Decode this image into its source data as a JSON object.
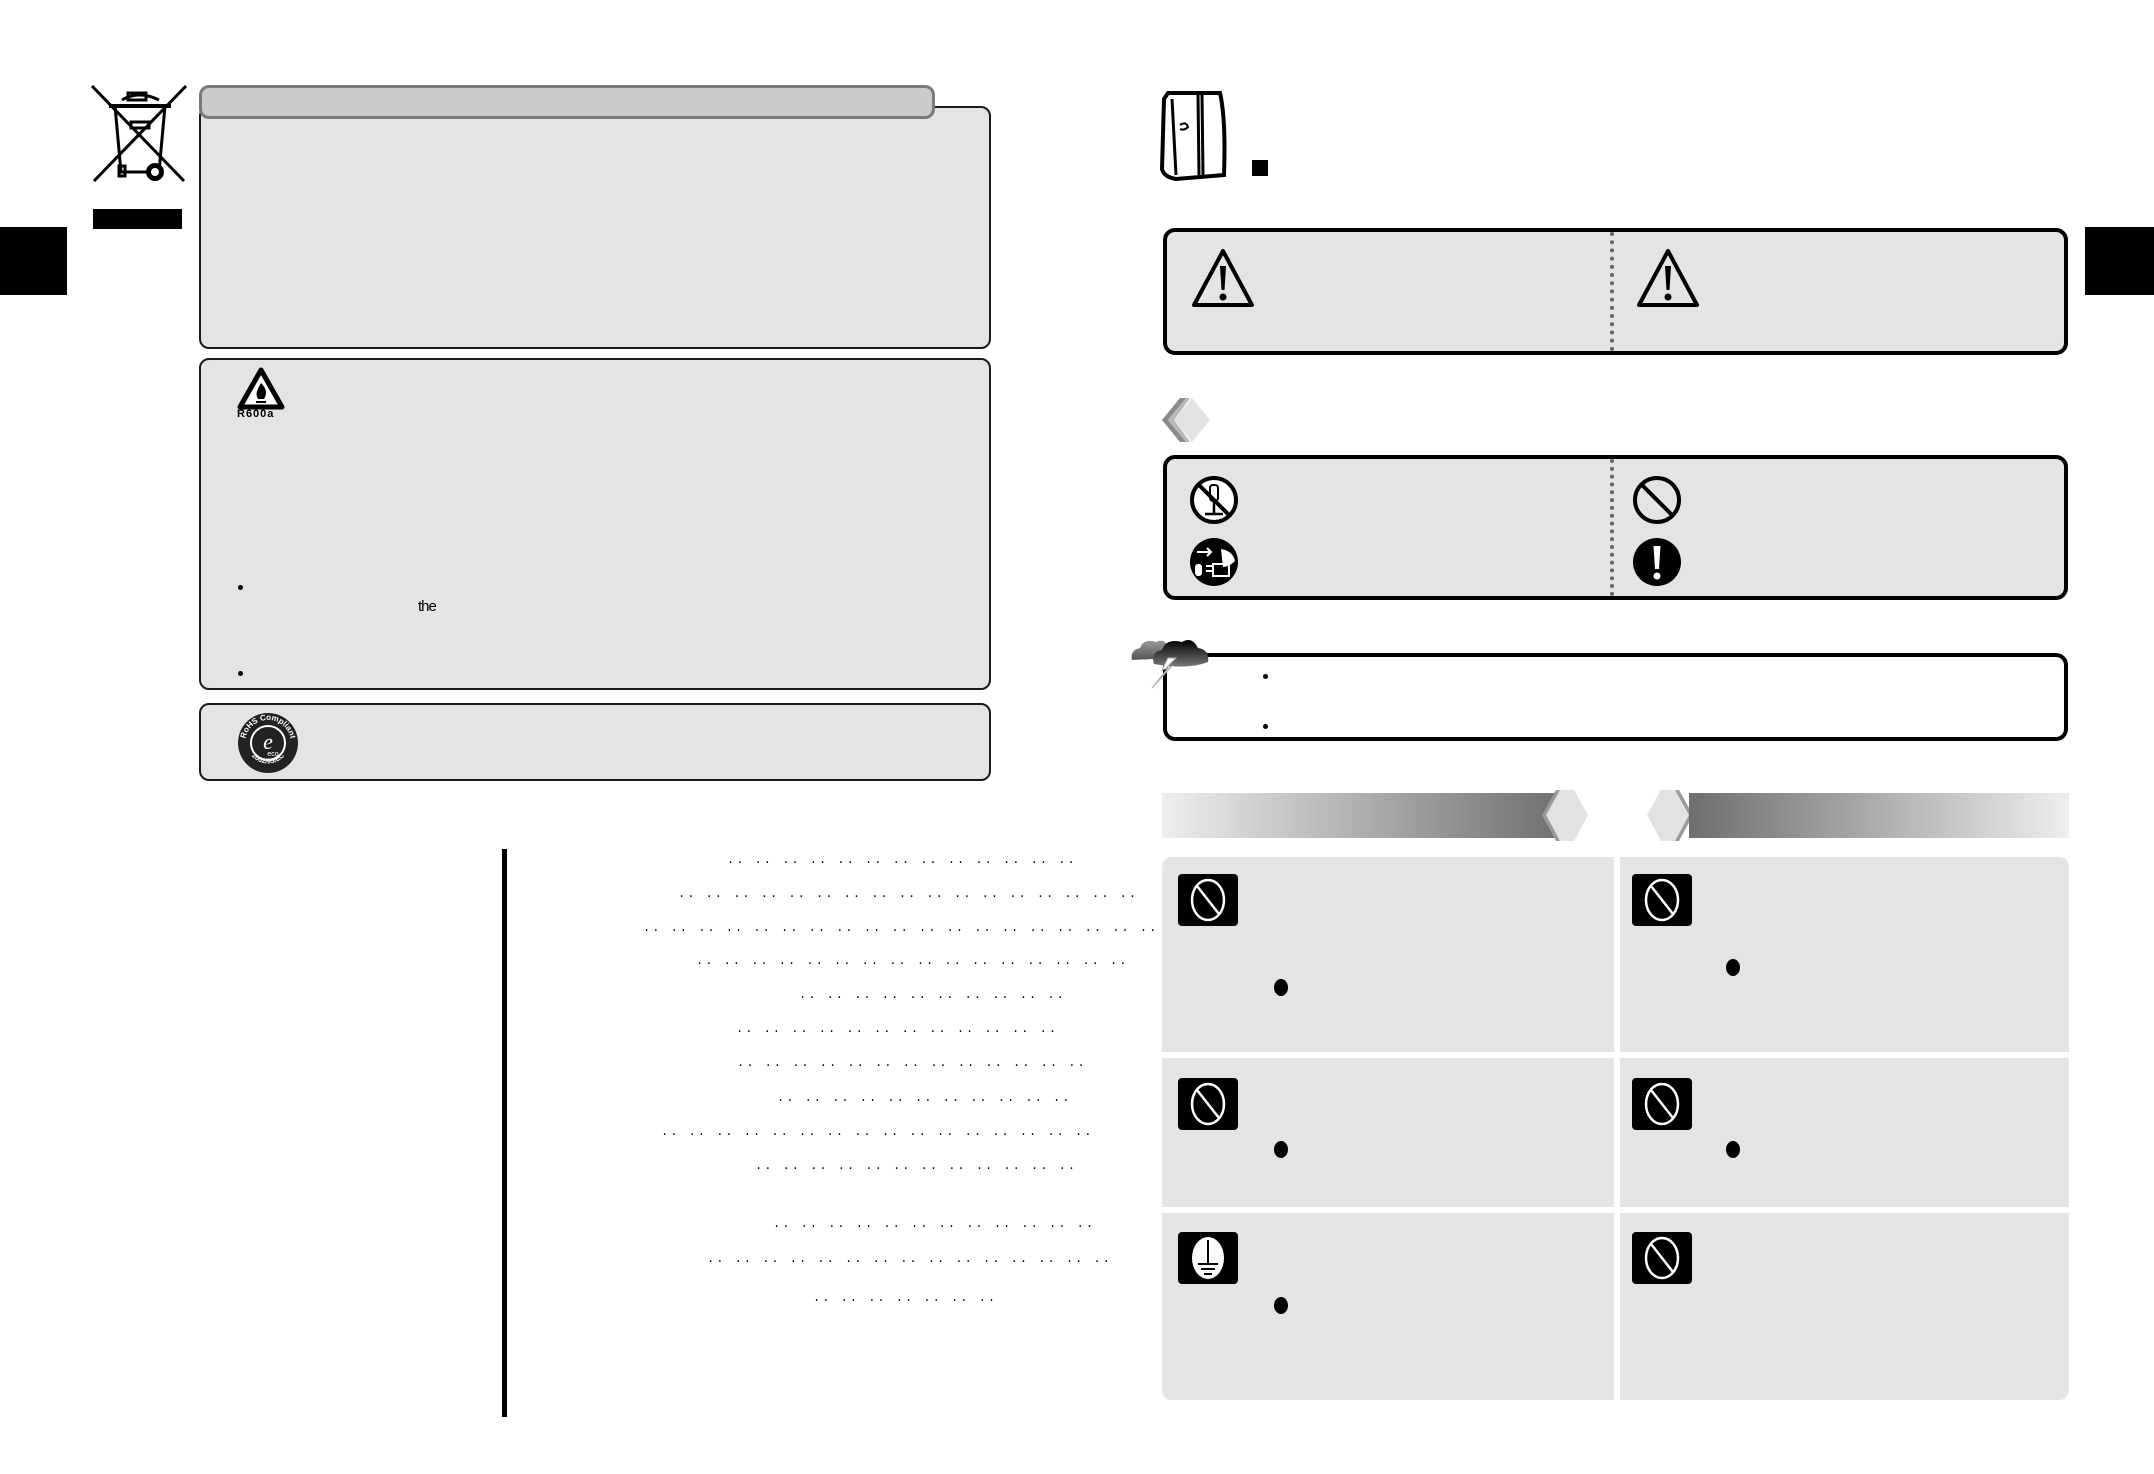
{
  "left_page": {
    "side_tab": {
      "color": "#000000"
    },
    "weee": {
      "icon": "crossed-out-wheelie-bin-icon"
    },
    "disposal_box": {
      "header": "",
      "body": ""
    },
    "refrigerant_box": {
      "icon": "flammable-warning-icon",
      "icon_label": "R600a",
      "fragment_text": "the",
      "bullets": [
        "",
        ""
      ]
    },
    "rohs_box": {
      "icon": "rohs-compliant-badge-icon",
      "badge_lines": [
        "RoHS Compliant",
        "eco",
        "2002/95/EC"
      ]
    },
    "contents": {
      "entries": [
        {
          "title": "",
          "leader": ".. .. .. .. .. .. .. .. .. .. .. .. ..",
          "page": ""
        },
        {
          "title": "",
          "leader": ".. .. .. .. .. .. .. .. .. .. .. .. .. .. .. .. ..",
          "page": ""
        },
        {
          "title": "",
          "leader": ".. .. .. .. .. .. .. .. .. .. .. .. .. .. .. .. .. .. ..",
          "page": ""
        },
        {
          "title": "",
          "leader": ".. .. .. .. .. .. .. .. .. .. .. .. .. .. .. ..",
          "page": ""
        },
        {
          "title": "",
          "leader": ".. .. .. .. .. .. .. .. .. ..",
          "page": ""
        },
        {
          "title": "",
          "leader": ".. .. .. .. .. .. .. .. .. .. .. ..",
          "page": ""
        },
        {
          "title": "",
          "leader": ".. .. .. .. .. .. .. .. .. .. .. .. ..",
          "page": ""
        },
        {
          "title": "",
          "leader": ".. .. .. .. .. .. .. .. .. .. ..",
          "page": ""
        },
        {
          "title": "",
          "leader": ".. .. .. .. .. .. .. .. .. .. .. .. .. .. .. ..",
          "page": ""
        },
        {
          "title": "",
          "leader": ".. .. .. .. .. .. .. .. .. .. .. ..",
          "page": ""
        },
        {
          "title": "",
          "leader": ".. .. .. .. .. .. .. .. .. .. .. ..",
          "page": ""
        },
        {
          "title": "",
          "leader": ".. .. .. .. .. .. .. .. .. .. .. .. .. .. ..",
          "page": ""
        },
        {
          "title": "",
          "leader": ".. .. .. .. .. .. ..",
          "page": ""
        }
      ]
    }
  },
  "right_page": {
    "header": {
      "icon": "side-by-side-refrigerator-icon",
      "marker": "square-bullet",
      "title": ""
    },
    "side_tab": {
      "color": "#000000"
    },
    "warning_box": {
      "left": {
        "icon": "warning-triangle-icon",
        "label": ""
      },
      "right": {
        "icon": "caution-triangle-icon",
        "label": ""
      }
    },
    "symbols_heading": {
      "icon": "diamond-marker-icon",
      "label": ""
    },
    "symbols_box": {
      "items": [
        {
          "icon": "do-not-disassemble-icon",
          "label": ""
        },
        {
          "icon": "prohibited-icon",
          "label": ""
        },
        {
          "icon": "unplug-power-icon",
          "label": ""
        },
        {
          "icon": "mandatory-exclamation-icon",
          "label": ""
        }
      ]
    },
    "note_box": {
      "icon": "storm-cloud-lightning-icon",
      "bullets": [
        "",
        ""
      ]
    },
    "banners": [
      {
        "label": ""
      },
      {
        "label": ""
      }
    ],
    "grid": [
      {
        "icon": "prohibited-icon",
        "title": "",
        "bullet": ""
      },
      {
        "icon": "prohibited-icon",
        "title": "",
        "bullet": ""
      },
      {
        "icon": "prohibited-icon",
        "title": "",
        "bullet": ""
      },
      {
        "icon": "prohibited-icon",
        "title": "",
        "bullet": ""
      },
      {
        "icon": "ground-earth-icon",
        "title": "",
        "bullet": ""
      },
      {
        "icon": "prohibited-icon",
        "title": "",
        "bullet": ""
      }
    ],
    "colors": {
      "panel": "#e4e4e4",
      "border": "#000000",
      "divider": "#666666"
    }
  }
}
